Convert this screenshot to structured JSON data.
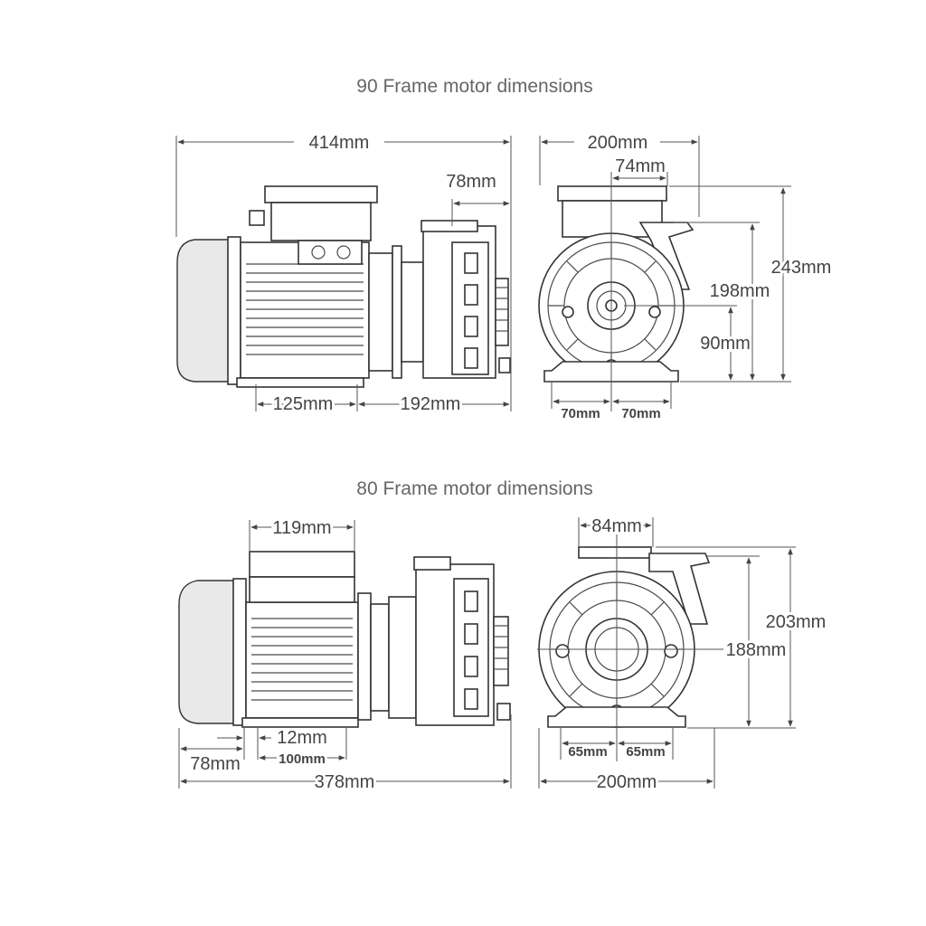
{
  "frame90": {
    "title": "90 Frame motor dimensions",
    "side": {
      "overall_length": "414mm",
      "pump_offset": "78mm",
      "foot_spacing": "125mm",
      "foot_to_pump": "192mm"
    },
    "front": {
      "overall_width": "200mm",
      "outlet_offset": "74mm",
      "overall_height": "243mm",
      "outlet_height": "198mm",
      "shaft_height": "90mm",
      "foot_left": "70mm",
      "foot_right": "70mm"
    }
  },
  "frame80": {
    "title": "80 Frame motor dimensions",
    "side": {
      "box_width": "119mm",
      "foot_inset": "12mm",
      "rear_offset": "78mm",
      "foot_spacing": "100mm",
      "overall_length": "378mm"
    },
    "front": {
      "outlet_offset": "84mm",
      "overall_height": "203mm",
      "outlet_height": "188mm",
      "foot_left": "65mm",
      "foot_right": "65mm",
      "overall_width": "200mm"
    }
  }
}
